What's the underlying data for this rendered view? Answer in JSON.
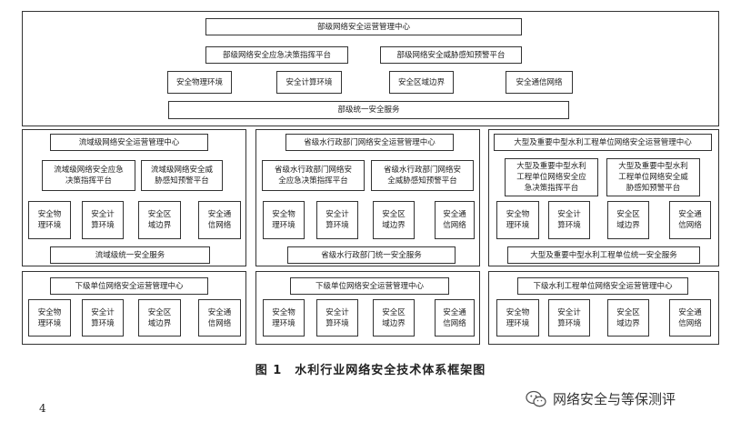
{
  "ministry": {
    "center": "部级网络安全运营管理中心",
    "emergency": "部级网络安全应急决策指挥平台",
    "threat": "部级网络安全威胁感知预警平台",
    "env": [
      "安全物理环境",
      "安全计算环境",
      "安全区域边界",
      "安全通信网络"
    ],
    "service": "部级统一安全服务"
  },
  "regions": [
    {
      "center": "流域级网络安全运营管理中心",
      "platforms": [
        "流域级网络安全应急\n决策指挥平台",
        "流域级网络安全威\n胁感知预警平台"
      ],
      "env": [
        "安全物\n理环境",
        "安全计\n算环境",
        "安全区\n域边界",
        "安全通\n信网络"
      ],
      "service": "流域级统一安全服务"
    },
    {
      "center": "省级水行政部门网络安全运营管理中心",
      "platforms": [
        "省级水行政部门网络安\n全应急决策指挥平台",
        "省级水行政部门网络安\n全威胁感知预警平台"
      ],
      "env": [
        "安全物\n理环境",
        "安全计\n算环境",
        "安全区\n域边界",
        "安全通\n信网络"
      ],
      "service": "省级水行政部门统一安全服务"
    },
    {
      "center": "大型及重要中型水利工程单位网络安全运营管理中心",
      "platforms": [
        "大型及重要中型水利\n工程单位网络安全应\n急决策指挥平台",
        "大型及重要中型水利\n工程单位网络安全威\n胁感知预警平台"
      ],
      "env": [
        "安全物\n理环境",
        "安全计\n算环境",
        "安全区\n域边界",
        "安全通\n信网络"
      ],
      "service": "大型及重要中型水利工程单位统一安全服务"
    }
  ],
  "lower": [
    {
      "center": "下级单位网络安全运营管理中心",
      "env": [
        "安全物\n理环境",
        "安全计\n算环境",
        "安全区\n域边界",
        "安全通\n信网络"
      ]
    },
    {
      "center": "下级单位网络安全运营管理中心",
      "env": [
        "安全物\n理环境",
        "安全计\n算环境",
        "安全区\n域边界",
        "安全通\n信网络"
      ]
    },
    {
      "center": "下级水利工程单位网络安全运营管理中心",
      "env": [
        "安全物\n理环境",
        "安全计\n算环境",
        "安全区\n域边界",
        "安全通\n信网络"
      ]
    }
  ],
  "caption": "图 1　水利行业网络安全技术体系框架图",
  "page_number": "4",
  "watermark": "网络安全与等保测评",
  "watermark_icon": "wechat-icon"
}
